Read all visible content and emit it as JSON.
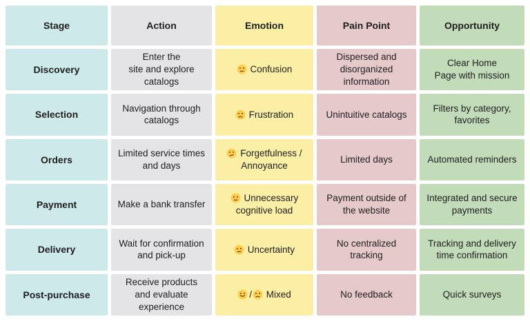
{
  "table": {
    "headers": [
      "Stage",
      "Action",
      "Emotion",
      "Pain Point",
      "Opportunity"
    ],
    "rows": [
      {
        "stage": "Discovery",
        "action": "Enter the\nsite and explore catalogs",
        "emotion": {
          "label": "Confusion",
          "faces": [
            "neutral"
          ]
        },
        "pain_point": "Dispersed and disorganized information",
        "opportunity": "Clear Home\nPage with mission"
      },
      {
        "stage": "Selection",
        "action": "Navigation through catalogs",
        "emotion": {
          "label": "Frustration",
          "faces": [
            "unamused"
          ]
        },
        "pain_point": "Unintuitive catalogs",
        "opportunity": "Filters by category, favorites"
      },
      {
        "stage": "Orders",
        "action": "Limited service times and days",
        "emotion": {
          "label": "Forgetfulness / Annoyance",
          "faces": [
            "confused"
          ]
        },
        "pain_point": "Limited days",
        "opportunity": "Automated reminders"
      },
      {
        "stage": "Payment",
        "action": "Make a bank transfer",
        "emotion": {
          "label": "Unnecessary cognitive load",
          "faces": [
            "neutral"
          ]
        },
        "pain_point": "Payment outside of the website",
        "opportunity": "Integrated and secure payments"
      },
      {
        "stage": "Delivery",
        "action": "Wait for confirmation and pick-up",
        "emotion": {
          "label": "Uncertainty",
          "faces": [
            "neutral"
          ]
        },
        "pain_point": "No centralized tracking",
        "opportunity": "Tracking and delivery time confirmation"
      },
      {
        "stage": "Post-purchase",
        "action": "Receive products and evaluate experience",
        "emotion": {
          "label": "Mixed",
          "faces": [
            "smile",
            "unamused"
          ]
        },
        "pain_point": "No feedback",
        "opportunity": "Quick surveys"
      }
    ]
  },
  "colors": {
    "stage_column": "#cde9ea",
    "action_column": "#e4e4e6",
    "emotion_column": "#faefa4",
    "pain_point_column": "#e6c9cb",
    "opportunity_column": "#c2dcba",
    "text": "#1e1e1e",
    "emoji_face": "#ffcc4d",
    "emoji_features": "#664500"
  }
}
